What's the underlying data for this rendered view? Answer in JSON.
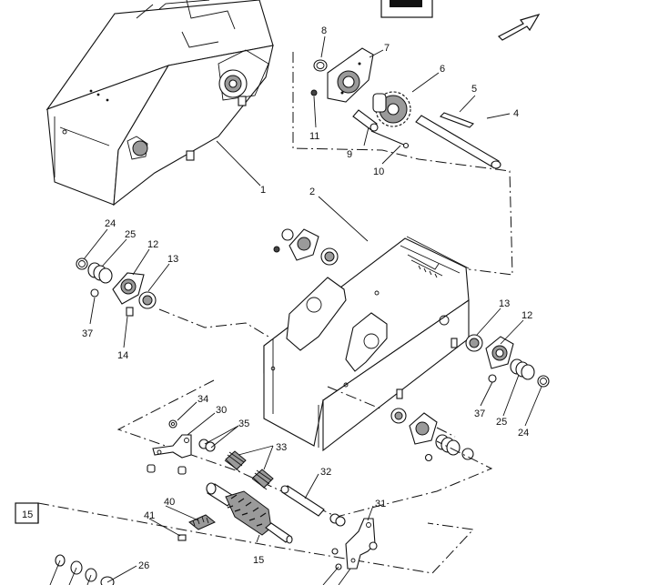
{
  "callouts": {
    "c1": "1",
    "c2": "2",
    "c4": "4",
    "c5": "5",
    "c6": "6",
    "c7": "7",
    "c8": "8",
    "c9": "9",
    "c10": "10",
    "c11": "11",
    "c24a": "24",
    "c25a": "25",
    "c12a": "12",
    "c13a": "13",
    "c37a": "37",
    "c14": "14",
    "c13b": "13",
    "c12b": "12",
    "c37b": "37",
    "c25b": "25",
    "c24b": "24",
    "c34": "34",
    "c30": "30",
    "c35": "35",
    "c33": "33",
    "c32": "32",
    "c40": "40",
    "c41": "41",
    "c15": "15",
    "c31": "31",
    "c26": "26",
    "inset": "15"
  },
  "colors": {
    "ink": "#111111",
    "fill_gray": "#9a9a9a",
    "fill_dark": "#444444"
  }
}
